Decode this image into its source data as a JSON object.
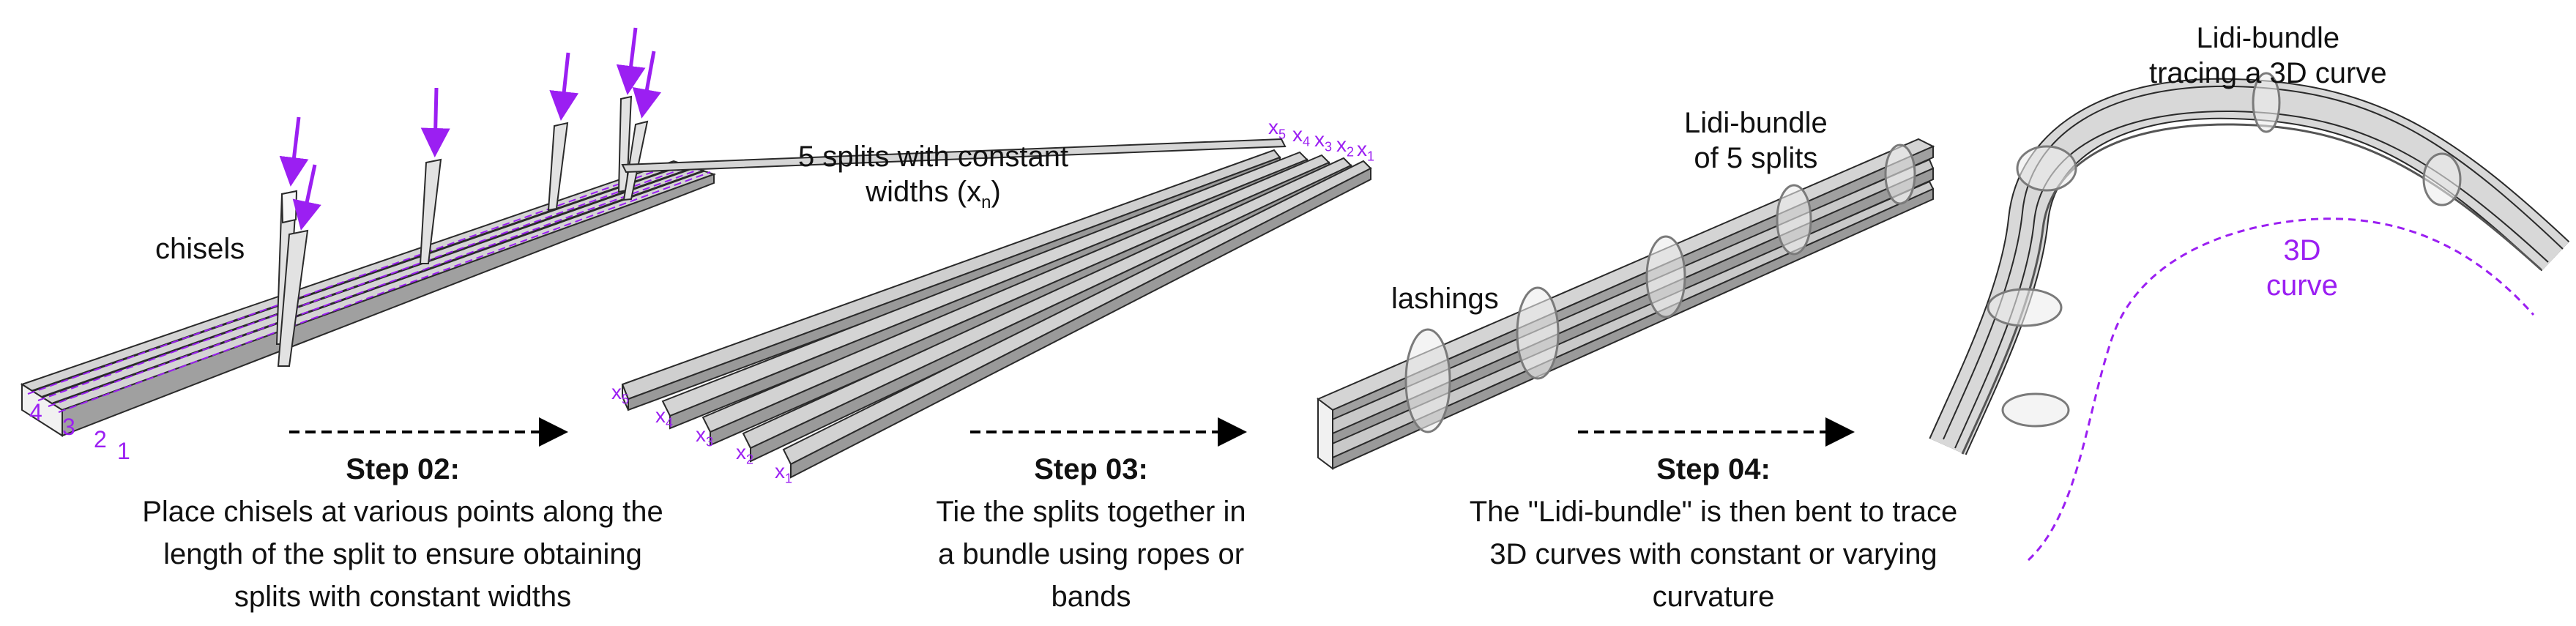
{
  "colors": {
    "accent": "#9b1ff2",
    "split_top": "#d6d6d6",
    "split_side": "#9a9a9a",
    "split_edge": "#2a2a2a",
    "lashing": "#e6e6e6"
  },
  "panel1": {
    "chisels_label": "chisels",
    "split_numbers": [
      "4",
      "3",
      "2",
      "1"
    ]
  },
  "panel2": {
    "title_line1": "5 splits with constant",
    "title_line2_prefix": "widths (x",
    "title_line2_sub": "n",
    "title_line2_suffix": ")",
    "split_labels": [
      {
        "base": "x",
        "sub": "5"
      },
      {
        "base": "x",
        "sub": "4"
      },
      {
        "base": "x",
        "sub": "3"
      },
      {
        "base": "x",
        "sub": "2"
      },
      {
        "base": "x",
        "sub": "1"
      }
    ]
  },
  "panel3": {
    "title_line1": "Lidi-bundle",
    "title_line2": "of 5 splits",
    "lashings_label": "lashings"
  },
  "panel4": {
    "title_line1": "Lidi-bundle",
    "title_line2": "tracing a 3D curve",
    "curve_label_line1": "3D",
    "curve_label_line2": "curve"
  },
  "steps": [
    {
      "title": "Step 02:",
      "caption_lines": [
        "Place chisels at various points along the",
        "length of the split to ensure obtaining",
        "splits with constant widths"
      ]
    },
    {
      "title": "Step 03:",
      "caption_lines": [
        "Tie the splits together in",
        "a bundle using ropes or",
        "bands"
      ]
    },
    {
      "title": "Step 04:",
      "caption_lines": [
        "The \"Lidi-bundle\" is then bent to trace",
        "3D curves with constant or varying",
        "curvature"
      ]
    }
  ]
}
